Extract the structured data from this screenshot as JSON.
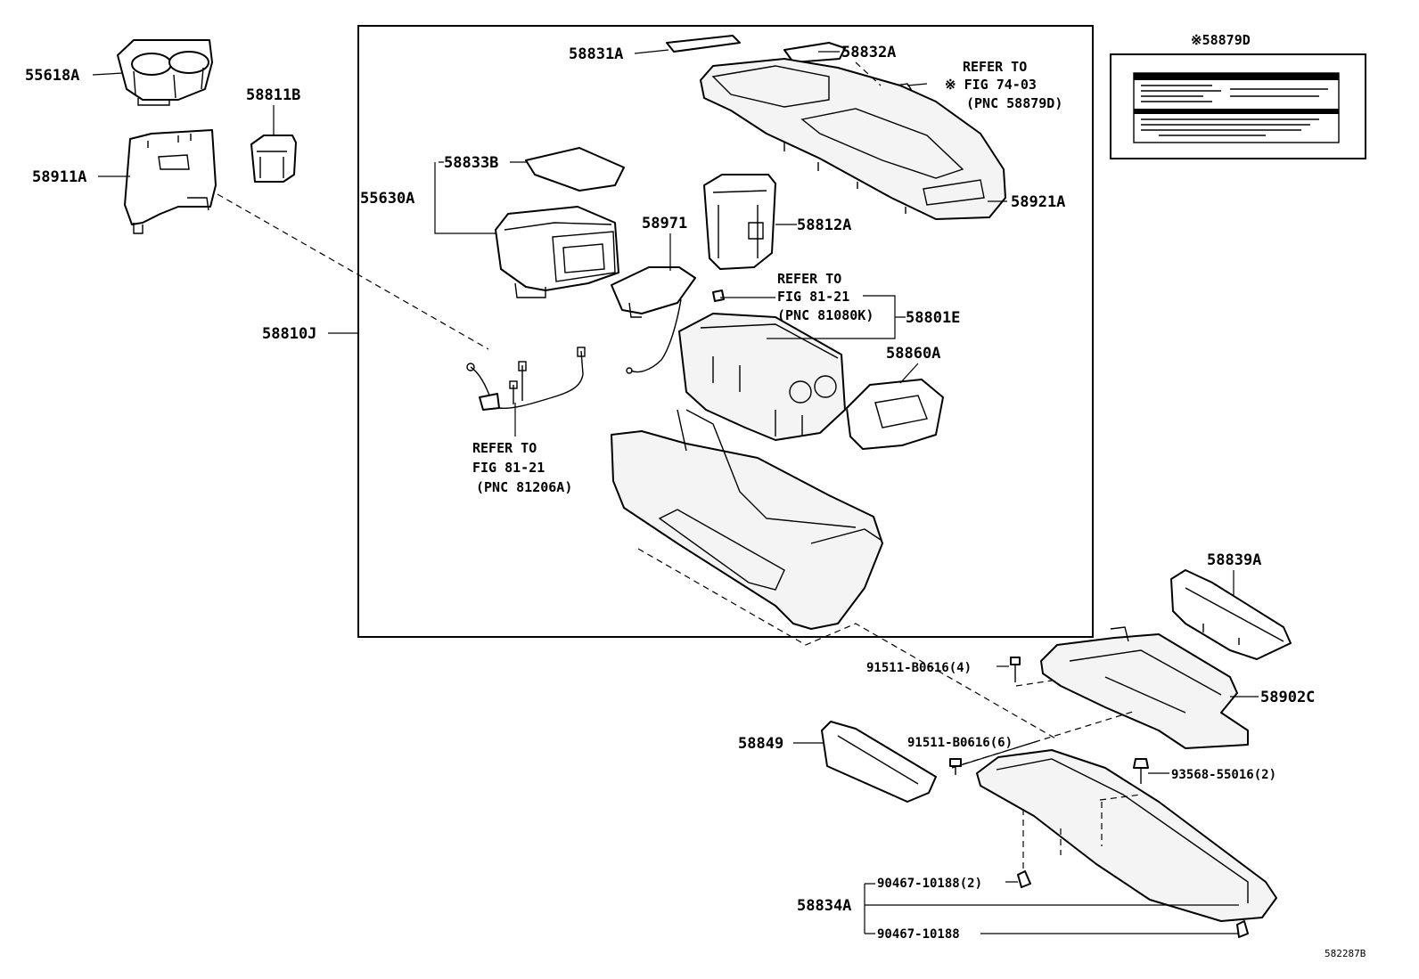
{
  "labels": {
    "p55618A": "55618A",
    "p58811B": "58811B",
    "p58911A": "58911A",
    "p58810J": "58810J",
    "p58831A": "58831A",
    "p58832A": "58832A",
    "p58833B": "58833B",
    "p55630A": "55630A",
    "p58971": "58971",
    "p58812A": "58812A",
    "p58921A": "58921A",
    "p58801E": "58801E",
    "p58860A": "58860A",
    "p58879D": "※58879D",
    "p58839A": "58839A",
    "p58902C": "58902C",
    "p58849": "58849",
    "p58834A": "58834A",
    "b91511_4": "91511-B0616(4)",
    "b91511_6": "91511-B0616(6)",
    "c93568": "93568-55016(2)",
    "c90467_2": "90467-10188(2)",
    "c90467": "90467-10188",
    "diagram_code": "582287B"
  },
  "refs": {
    "fig7403": [
      "REFER TO",
      "※ FIG 74-03",
      "(PNC 58879D)"
    ],
    "fig8121_top": [
      "REFER TO",
      "FIG 81-21",
      "(PNC 81080K)"
    ],
    "fig8121_bottom": [
      "REFER TO",
      "FIG 81-21",
      "(PNC 81206A)"
    ]
  },
  "icons": {
    "console-box": "console-box-icon",
    "cup-holder": "cup-holder-icon",
    "warning-label": "warning-label-icon",
    "bolt": "bolt-icon",
    "clip": "clip-icon"
  }
}
